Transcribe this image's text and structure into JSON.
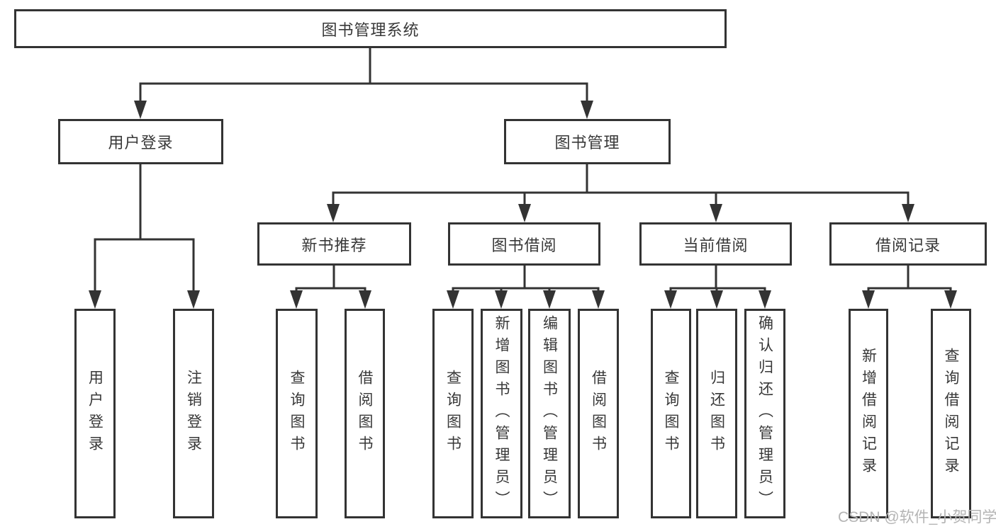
{
  "tree": {
    "label": "图书管理系统",
    "children": [
      {
        "label": "用户登录",
        "children": [
          {
            "label": "用户登录"
          },
          {
            "label": "注销登录"
          }
        ]
      },
      {
        "label": "图书管理",
        "children": [
          {
            "label": "新书推荐",
            "children": [
              {
                "label": "查询图书"
              },
              {
                "label": "借阅图书"
              }
            ]
          },
          {
            "label": "图书借阅",
            "children": [
              {
                "label": "查询图书"
              },
              {
                "label": "新增图书（管理员）"
              },
              {
                "label": "编辑图书（管理员）"
              },
              {
                "label": "借阅图书"
              }
            ]
          },
          {
            "label": "当前借阅",
            "children": [
              {
                "label": "查询图书"
              },
              {
                "label": "归还图书"
              },
              {
                "label": "确认归还（管理员）"
              }
            ]
          },
          {
            "label": "借阅记录",
            "children": [
              {
                "label": "新增借阅记录"
              },
              {
                "label": "查询借阅记录"
              }
            ]
          }
        ]
      }
    ]
  },
  "watermark": "CSDN @软件_小贺同学",
  "colors": {
    "line": "#333333",
    "box_background": "#ffffff",
    "text": "#383838",
    "watermark": "#b4b4b4"
  }
}
